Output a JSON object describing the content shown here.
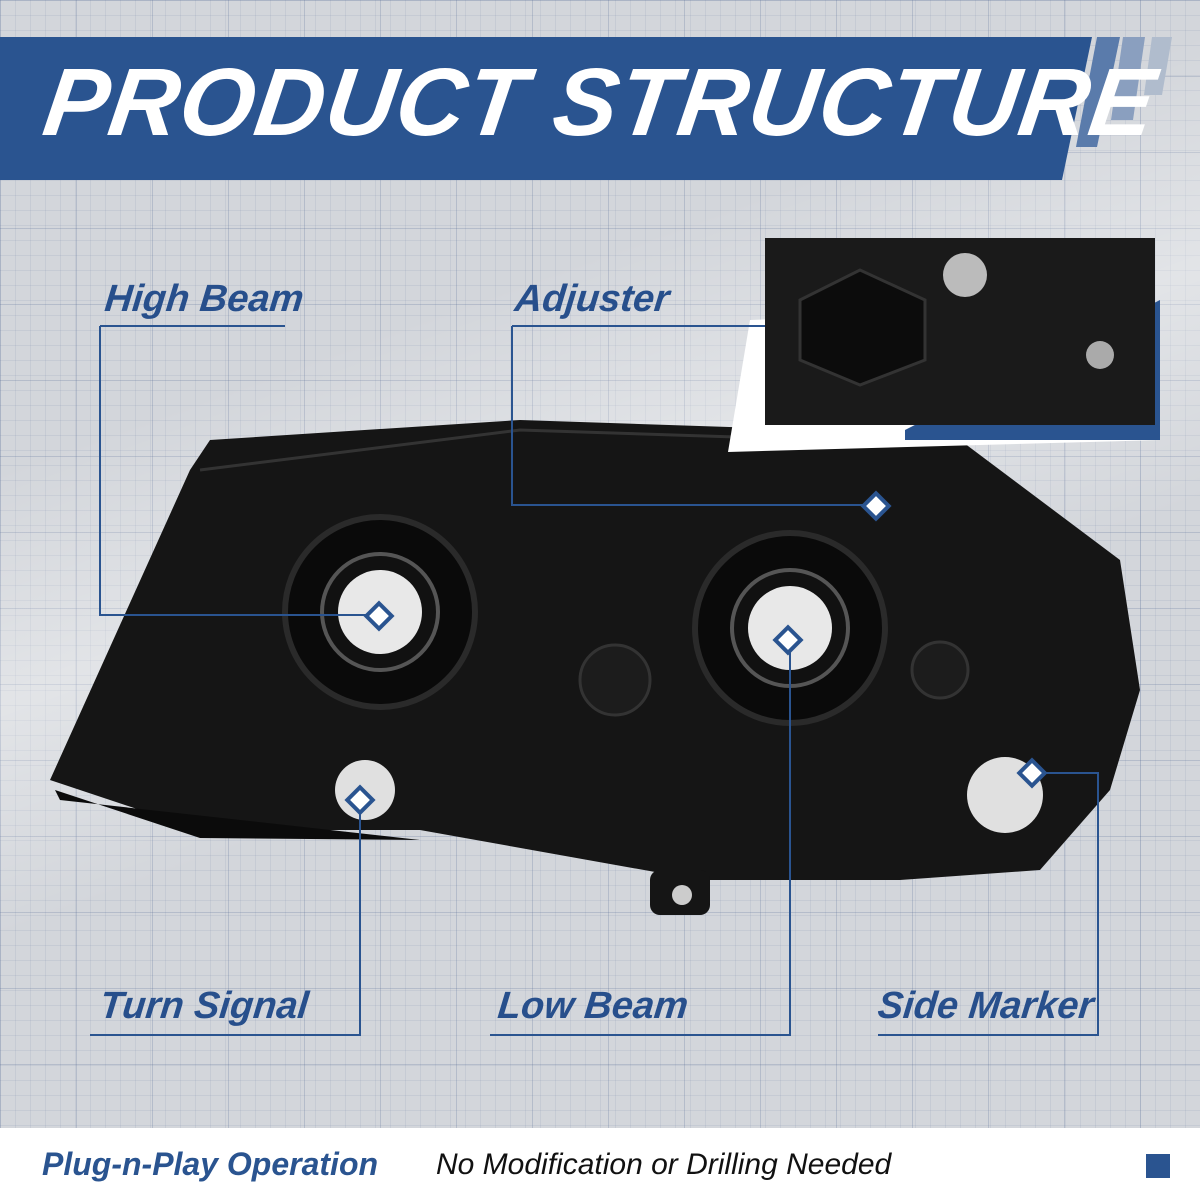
{
  "title": "PRODUCT STRUCTURE",
  "labels": {
    "high_beam": "High Beam",
    "adjuster": "Adjuster",
    "turn_signal": "Turn Signal",
    "low_beam": "Low Beam",
    "side_marker": "Side Marker"
  },
  "footer": {
    "headline": "Plug-n-Play Operation",
    "subtext": "No Modification or Drilling Needed"
  },
  "colors": {
    "brand_blue": "#2a5490",
    "label_blue": "#274f8c"
  }
}
